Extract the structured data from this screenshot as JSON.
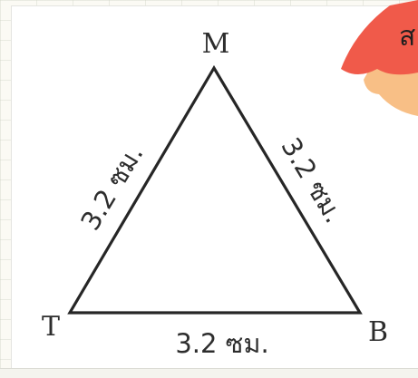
{
  "diagram": {
    "vertices": {
      "top": "M",
      "bottom_left": "T",
      "bottom_right": "B"
    },
    "sides": {
      "left": "3.2 ซม.",
      "right": "3.2 ซม.",
      "bottom": "3.2 ซม."
    },
    "sticker_text": "ส"
  },
  "colors": {
    "line": "#262626",
    "text": "#2d2d2d",
    "sticker_red": "#f05a4a",
    "sticker_peach": "#f8bf86"
  }
}
